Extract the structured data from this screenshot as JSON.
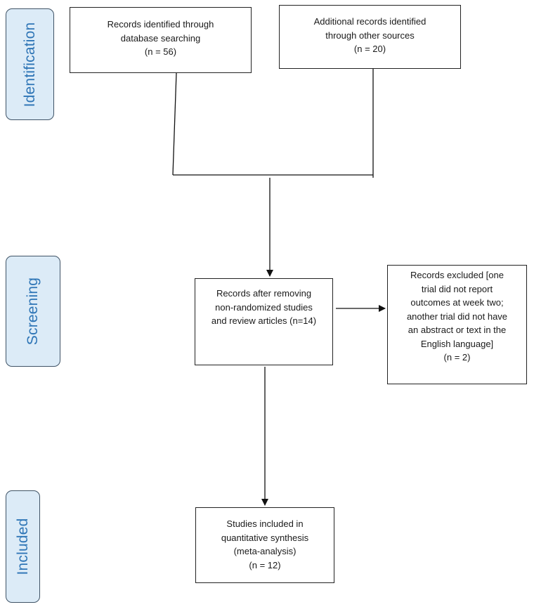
{
  "phases": {
    "identification": "Identification",
    "screening": "Screening",
    "included": "Included"
  },
  "boxes": {
    "database_search": {
      "lines": [
        "Records identified through",
        "database searching",
        "(n = 56)"
      ]
    },
    "other_sources": {
      "lines": [
        "Additional records identified",
        "through other sources",
        "(n = 20)"
      ]
    },
    "after_removal": {
      "lines": [
        "Records after removing",
        "non-randomized studies",
        "and review articles (n=14)"
      ]
    },
    "excluded": {
      "lines": [
        "Records excluded [one",
        "trial did not report",
        "outcomes at week two;",
        "another trial did not have",
        "an abstract or text in the",
        "English language]",
        "(n = 2)"
      ]
    },
    "included": {
      "lines": [
        "Studies included in",
        "quantitative synthesis",
        "(meta-analysis)",
        "(n = 12)"
      ]
    }
  }
}
